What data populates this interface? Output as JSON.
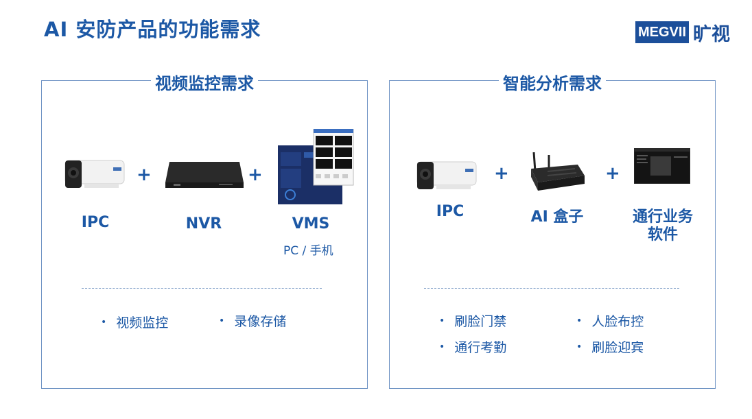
{
  "title": "AI 安防产品的功能需求",
  "logo": {
    "text": "MEGVII",
    "cn": "旷视"
  },
  "left_panel": {
    "title": "视频监控需求",
    "devices": [
      "IPC",
      "NVR",
      "VMS"
    ],
    "vms_sub": "PC / 手机",
    "plus": "+",
    "bullets": [
      "视频监控",
      "录像存储"
    ]
  },
  "right_panel": {
    "title": "智能分析需求",
    "devices": [
      "IPC",
      "AI 盒子",
      "通行业务",
      "软件"
    ],
    "plus": "+",
    "bullets": [
      "刷脸门禁",
      "人脸布控",
      "通行考勤",
      "刷脸迎宾"
    ]
  },
  "colors": {
    "primary": "#1c58a5",
    "border": "#6f93c4",
    "logo_bg": "#1c4f9a"
  },
  "icons": [
    "camera-icon",
    "nvr-icon",
    "vms-screen-icon",
    "ai-box-icon",
    "software-screen-icon"
  ]
}
